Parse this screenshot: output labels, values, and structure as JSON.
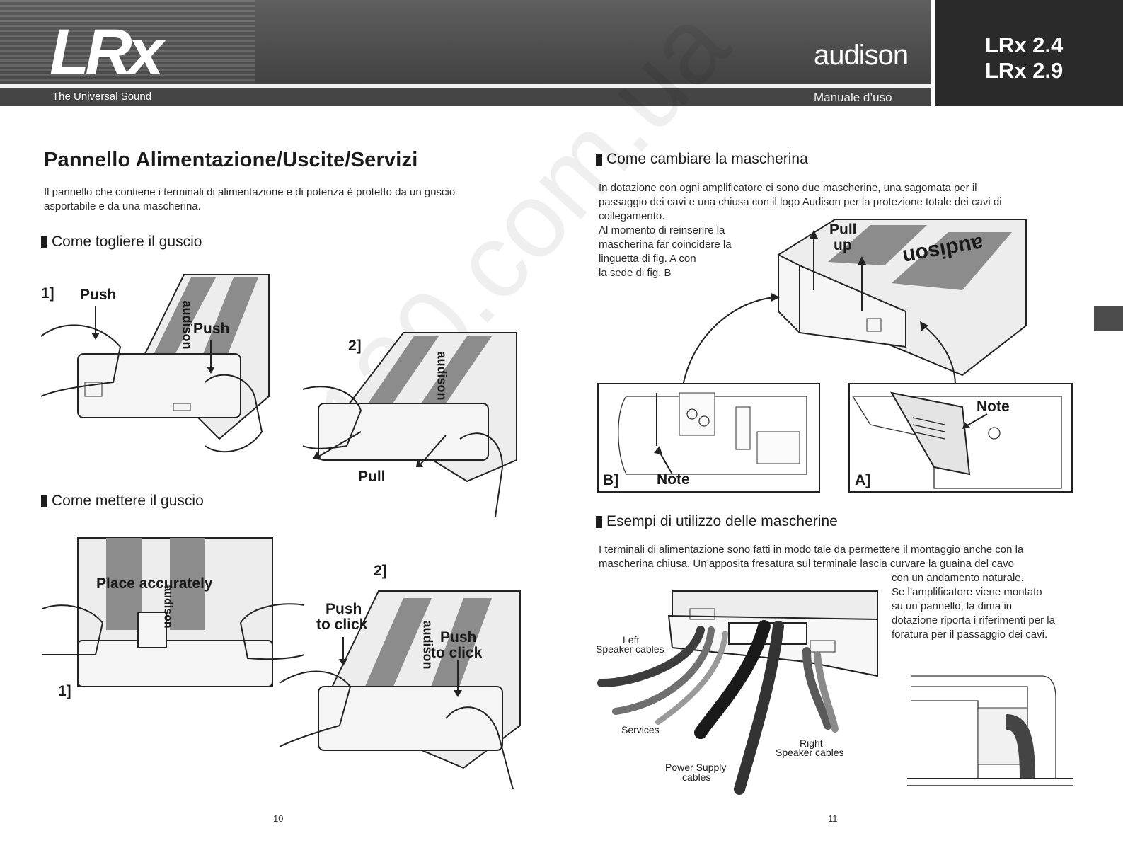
{
  "header": {
    "logo_text": "LRx",
    "tagline": "The Universal Sound",
    "brand": "audison",
    "manual_label": "Manuale d’uso",
    "models": [
      "LRx 2.4",
      "LRx 2.9"
    ]
  },
  "left_page": {
    "title": "Pannello Alimentazione/Uscite/Servizi",
    "intro_line1": "Il pannello che contiene i terminali di alimentazione e di potenza è protetto da un guscio",
    "intro_line2": "asportabile e da una mascherina.",
    "section_remove": "Come togliere il guscio",
    "section_insert": "Come mettere il guscio",
    "fig_remove": {
      "step1": "1]",
      "push_left": "Push",
      "push_right": "Push",
      "step2": "2]",
      "pull": "Pull",
      "product_brand": "audison"
    },
    "fig_insert": {
      "place": "Place accurately",
      "step1": "1]",
      "step2": "2]",
      "push_click_1": "Push",
      "push_click_2": "to click",
      "push_click_3": "Push",
      "push_click_4": "to click",
      "product_brand": "audison"
    },
    "page_number": "10"
  },
  "right_page": {
    "section_mask": "Come cambiare la mascherina",
    "mask_p1_line1": "In dotazione con ogni amplificatore ci sono due mascherine, una sagomata per il",
    "mask_p1_line2": "passaggio dei cavi e una chiusa con il logo Audison per la protezione totale dei cavi di",
    "mask_p1_line3": "collegamento.",
    "mask_p2_line1": "Al momento di reinserire la",
    "mask_p2_line2": "mascherina far coincidere la",
    "mask_p2_line3": "linguetta di fig. A con",
    "mask_p2_line4": "la sede di fig. B",
    "fig_mask": {
      "pull_up_1": "Pull",
      "pull_up_2": "up",
      "product_brand": "audison",
      "inset_b": "B]",
      "note_b": "Note",
      "inset_a": "A]",
      "note_a": "Note"
    },
    "section_examples": "Esempi di utilizzo delle mascherine",
    "ex_line1": "I terminali di alimentazione sono fatti in modo tale da permettere il montaggio anche con la",
    "ex_line2": "mascherina chiusa. Un’apposita fresatura sul terminale lascia curvare la guaina del cavo",
    "ex_line3": "con un andamento naturale.",
    "ex_line4": "Se l’amplificatore viene montato",
    "ex_line5": "su un pannello, la dima in",
    "ex_line6": "dotazione riporta i riferimenti per la",
    "ex_line7": "foratura per il passaggio dei cavi.",
    "cables": {
      "left_1": "Left",
      "left_2": "Speaker cables",
      "services": "Services",
      "right_1": "Right",
      "right_2": "Speaker cables",
      "power_1": "Power Supply",
      "power_2": "cables"
    },
    "page_number": "11"
  },
  "watermark": "130.com.ua"
}
